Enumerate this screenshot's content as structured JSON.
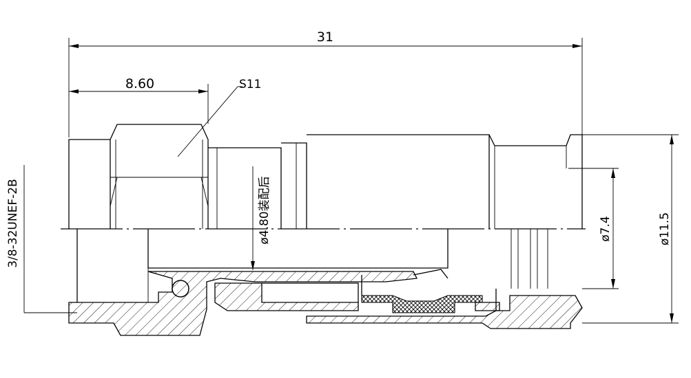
{
  "dimensions": {
    "overall_length": "31",
    "hex_width": "8.60",
    "hex_size": "S11",
    "thread": "3/8-32UNEF-2B",
    "bore_after_assembly": "ø4.80装配后",
    "inner_diameter": "ø7.4",
    "outer_diameter": "ø11.5"
  }
}
